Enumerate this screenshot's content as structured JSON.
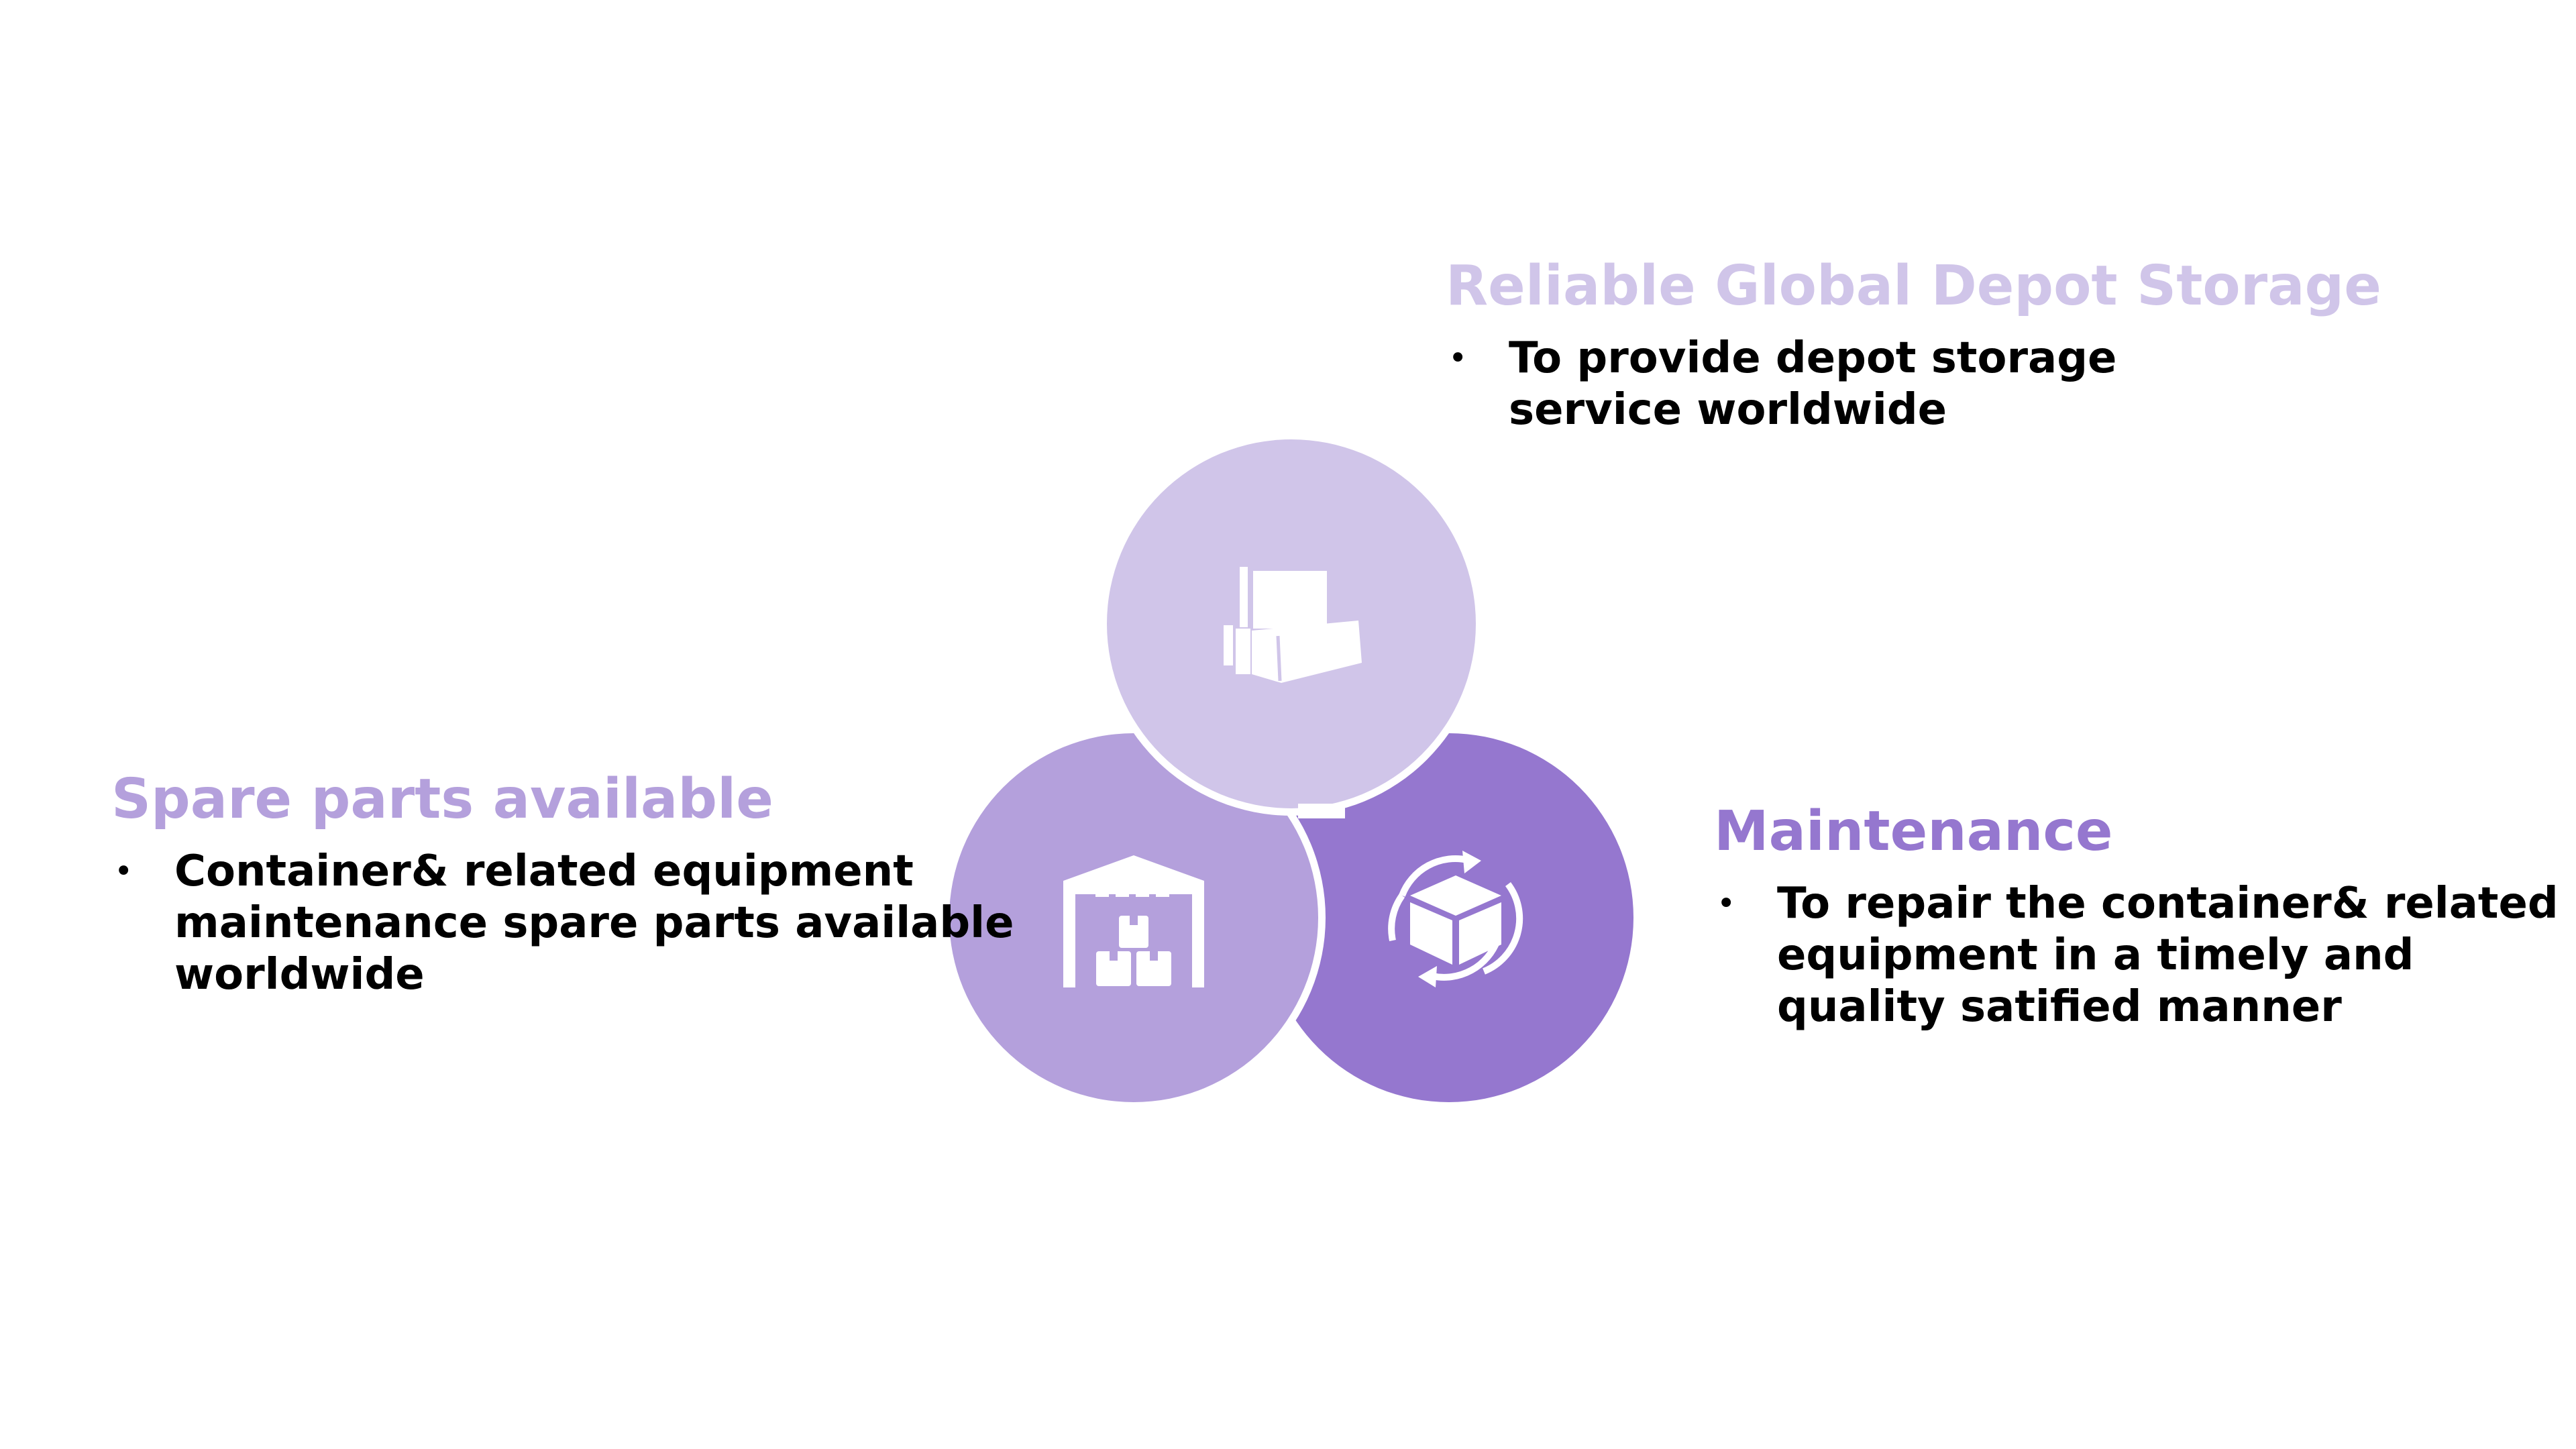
{
  "colors": {
    "top_circle": "#d0c5e9",
    "left_circle": "#b4a0dc",
    "right_circle": "#9577cf",
    "title_top": "#d0c5e9",
    "title_left": "#b4a0dc",
    "title_right": "#9577cf",
    "icon": "#ffffff"
  },
  "sections": {
    "top": {
      "title": "Reliable Global Depot Storage",
      "bullet": "To provide depot storage service worldwide",
      "icon": "boxes-icon"
    },
    "left": {
      "title": "Spare parts available",
      "bullet": "Container& related equipment maintenance spare parts available worldwide",
      "icon": "warehouse-icon"
    },
    "right": {
      "title": "Maintenance",
      "bullet": "To repair the container& related equipment in a timely and quality satified manner",
      "icon": "box-cycle-icon"
    }
  },
  "bullet_symbol": "•"
}
